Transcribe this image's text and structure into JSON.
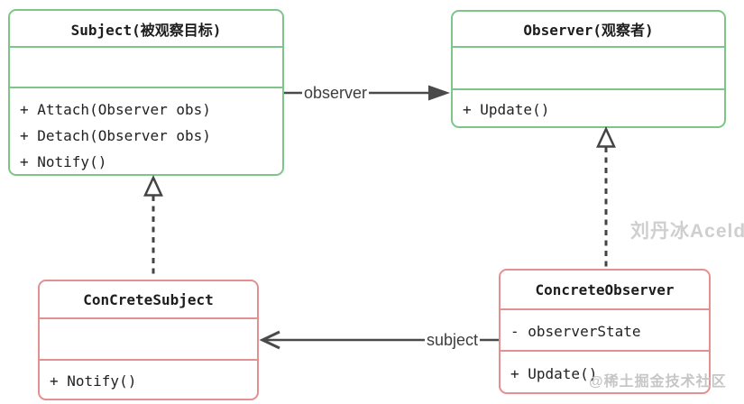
{
  "classes": {
    "subject": {
      "name": "Subject(被观察目标)",
      "attributes": [],
      "methods": [
        "+ Attach(Observer obs)",
        "+ Detach(Observer obs)",
        "+ Notify()"
      ]
    },
    "observer": {
      "name": "Observer(观察者)",
      "attributes": [],
      "methods": [
        "+ Update()"
      ]
    },
    "concrete_subject": {
      "name": "ConCreteSubject",
      "attributes": [],
      "methods": [
        "+ Notify()"
      ]
    },
    "concrete_observer": {
      "name": "ConcreteObserver",
      "attributes": [
        "- observerState"
      ],
      "methods": [
        "+ Update()"
      ]
    }
  },
  "relations": {
    "observer_label": "observer",
    "subject_label": "subject"
  },
  "watermarks": {
    "author": "刘丹冰Aceld",
    "community": "@稀土掘金技术社区"
  },
  "colors": {
    "abstract_class_border": "#7ec58a",
    "concrete_class_border": "#e29090",
    "arrow_line": "#4a4a4a",
    "text": "#222222",
    "watermark": "#cfcfcf"
  }
}
